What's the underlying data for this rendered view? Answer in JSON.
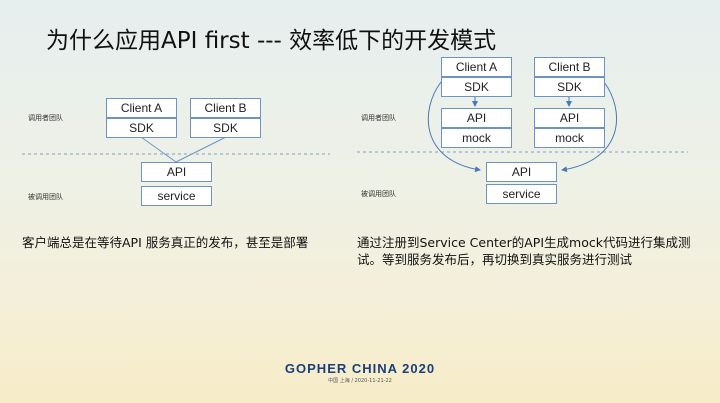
{
  "title": "为什么应用API first --- 效率低下的开发模式",
  "left": {
    "caller_team": "调用者团队",
    "callee_team": "被调用团队",
    "client_a": "Client A",
    "client_b": "Client B",
    "sdk_a": "SDK",
    "sdk_b": "SDK",
    "api": "API",
    "service": "service",
    "description": "客户端总是在等待API 服务真正的发布，甚至是部署"
  },
  "right": {
    "caller_team": "调用者团队",
    "callee_team": "被调用团队",
    "client_a": "Client A",
    "client_b": "Client B",
    "sdk_a": "SDK",
    "sdk_b": "SDK",
    "api_a": "API",
    "api_b": "API",
    "mock_a": "mock",
    "mock_b": "mock",
    "api": "API",
    "service": "service",
    "description": "通过注册到Service Center的API生成mock代码进行集成测试。等到服务发布后，再切换到真实服务进行测试"
  },
  "footer": {
    "brand": "GOPHER CHINA 2020",
    "sub": "中国 上海 / 2020-11-21-22"
  }
}
